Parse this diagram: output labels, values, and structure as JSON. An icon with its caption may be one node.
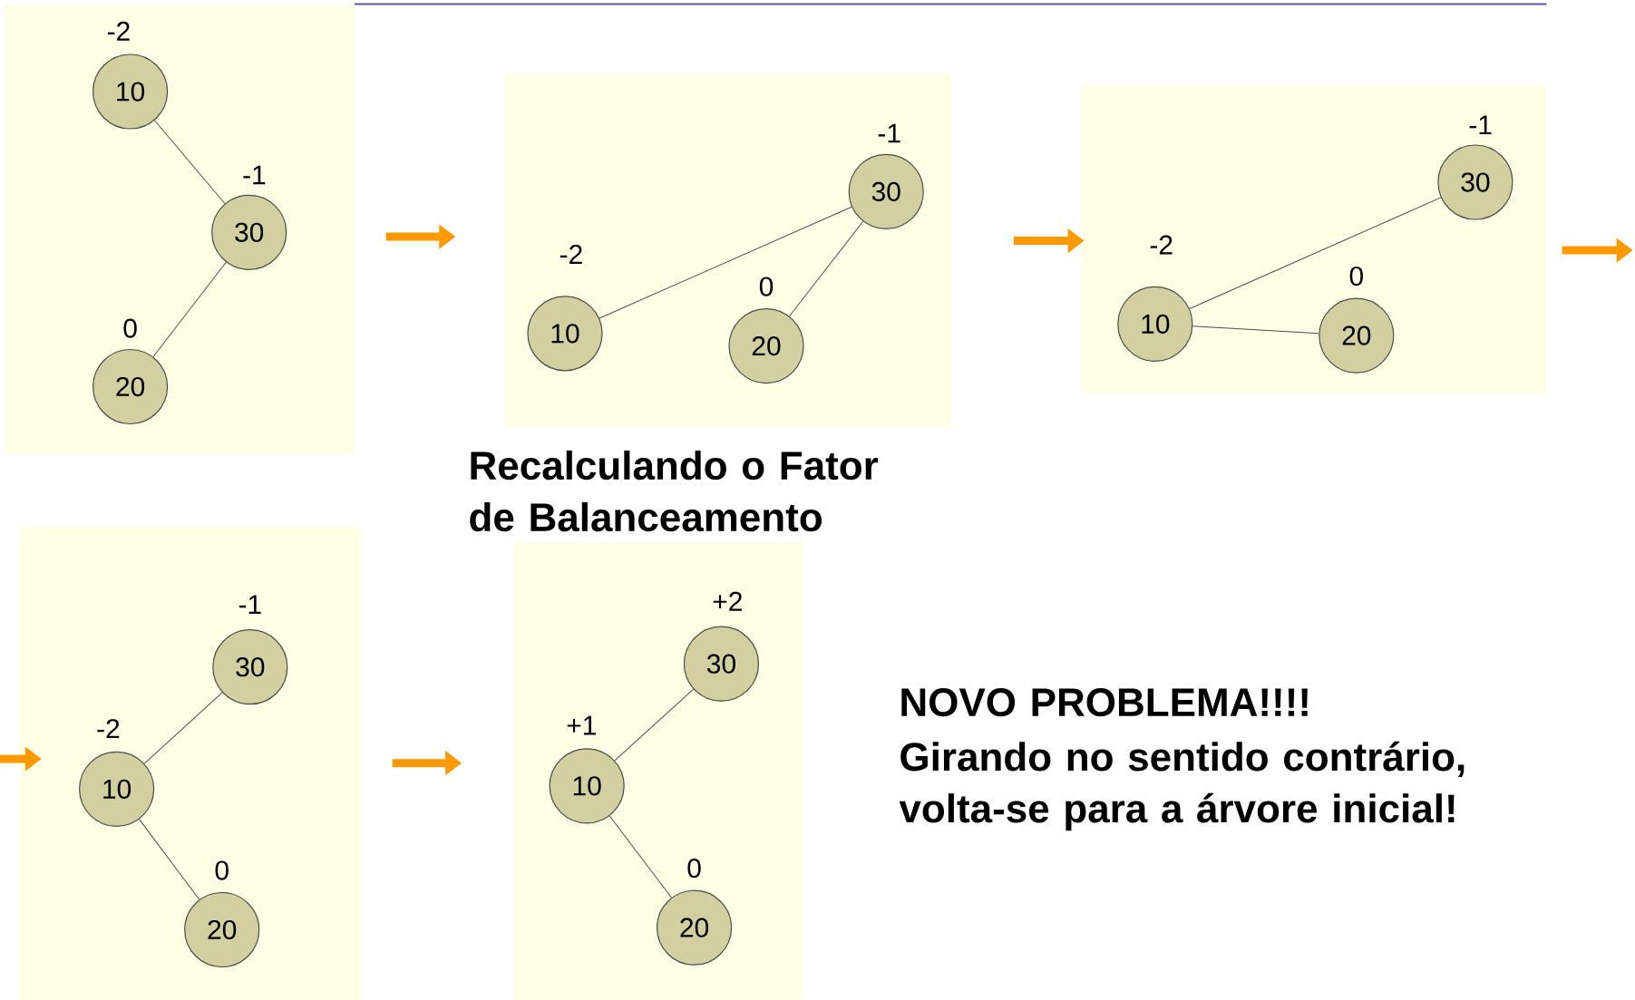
{
  "diagram": {
    "nodes": [
      {
        "text": [],
        "shape": "box"
      },
      {
        "text": [
          "10"
        ],
        "in": 0,
        "beside": [
          "-2"
        ]
      },
      {
        "text": [
          "30"
        ],
        "in": 0,
        "beside": [
          "-1"
        ]
      },
      {
        "text": [
          "20"
        ],
        "in": 0,
        "beside": [
          "0"
        ]
      },
      {
        "text": [],
        "shape": "box"
      },
      {
        "text": [
          "30"
        ],
        "in": 4,
        "beside": [
          "-1"
        ]
      },
      {
        "text": [
          "10"
        ],
        "in": 4,
        "beside": [
          "-2"
        ]
      },
      {
        "text": [
          "20"
        ],
        "in": 4,
        "beside": [
          "0"
        ]
      },
      {
        "text": [],
        "shape": "box"
      },
      {
        "text": [
          "30"
        ],
        "in": 8,
        "beside": [
          "-1"
        ]
      },
      {
        "text": [
          "10"
        ],
        "in": 8,
        "beside": [
          "-2"
        ]
      },
      {
        "text": [
          "20"
        ],
        "in": 8,
        "beside": [
          "0"
        ]
      },
      {
        "text": [],
        "shape": "box"
      },
      {
        "text": [
          "30"
        ],
        "in": 12,
        "beside": [
          "-1"
        ]
      },
      {
        "text": [
          "10"
        ],
        "in": 12,
        "beside": [
          "-2"
        ]
      },
      {
        "text": [
          "20"
        ],
        "in": 12,
        "beside": [
          "0"
        ]
      },
      {
        "text": [],
        "shape": "box"
      },
      {
        "text": [
          "30"
        ],
        "in": 16,
        "beside": [
          "+2"
        ]
      },
      {
        "text": [
          "10"
        ],
        "in": 16,
        "beside": [
          "+1"
        ]
      },
      {
        "text": [
          "20"
        ],
        "in": 16,
        "beside": [
          "0"
        ]
      }
    ],
    "edges": [
      {
        "from": 1,
        "to": 2,
        "arrow": "none"
      },
      {
        "from": 2,
        "to": 3,
        "arrow": "none"
      },
      {
        "from": 5,
        "to": 6,
        "arrow": "none"
      },
      {
        "from": 5,
        "to": 7,
        "arrow": "none"
      },
      {
        "from": 9,
        "to": 10,
        "arrow": "none"
      },
      {
        "from": 10,
        "to": 11,
        "arrow": "none"
      },
      {
        "from": 13,
        "to": 14,
        "arrow": "none"
      },
      {
        "from": 14,
        "to": 15,
        "arrow": "none"
      },
      {
        "from": 17,
        "to": 18,
        "arrow": "none"
      },
      {
        "from": 18,
        "to": 19,
        "arrow": "none"
      },
      {
        "from": 0,
        "to": 4,
        "arrow": "to",
        "style": "thick",
        "color": "#ff9900"
      },
      {
        "from": 4,
        "to": 8,
        "arrow": "to",
        "style": "thick",
        "color": "#ff9900"
      },
      {
        "from": 8,
        "to": null,
        "arrow": "to",
        "style": "thick",
        "color": "#ff9900"
      },
      {
        "from": null,
        "to": 12,
        "arrow": "to",
        "style": "thick",
        "color": "#ff9900"
      },
      {
        "from": 12,
        "to": 16,
        "arrow": "to",
        "style": "thick",
        "color": "#ff9900"
      }
    ],
    "labels": [
      "Recalculando o Fator de Balanceamento",
      "NOVO PROBLEMA!!!!",
      "Girando no sentido contrário, volta-se para a árvore inicial!"
    ]
  }
}
